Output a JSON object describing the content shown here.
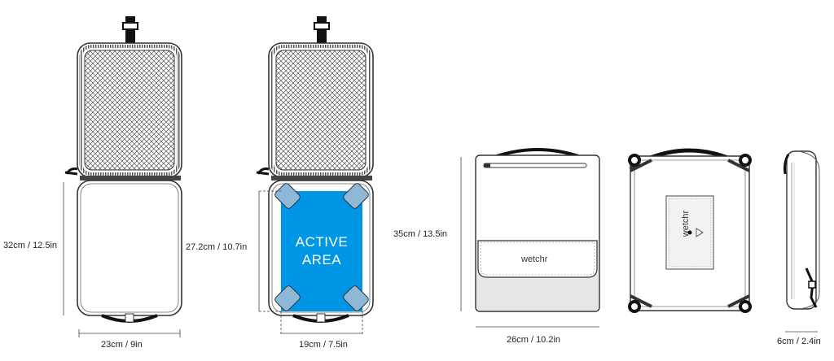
{
  "figures": {
    "open_case": {
      "height_label": "32cm / 12.5in",
      "width_label": "23cm / 9in"
    },
    "active_area_case": {
      "active_area_label_line1": "ACTIVE",
      "active_area_label_line2": "AREA",
      "height_label": "27.2cm / 10.7in",
      "width_label": "19cm / 7.5in",
      "active_color": "#0096e6"
    },
    "closed_front": {
      "height_label": "35cm / 13.5in",
      "width_label": "26cm / 10.2in",
      "brand_text": "wetchr"
    },
    "closed_back": {
      "brand_text": "wetchr"
    },
    "side_view": {
      "depth_label": "6cm / 2.4in"
    }
  }
}
